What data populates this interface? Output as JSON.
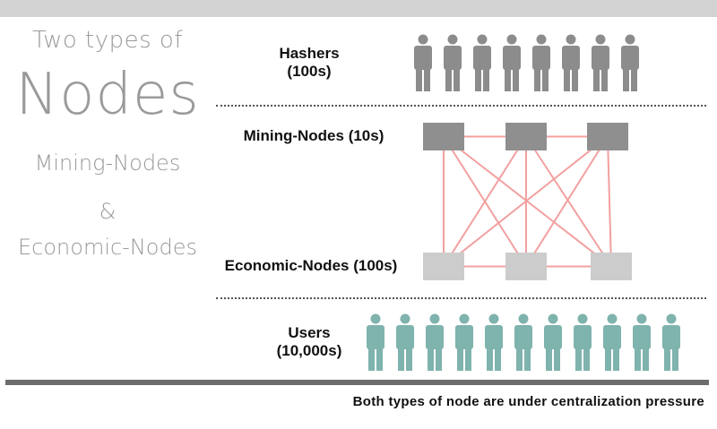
{
  "heading": {
    "line1": "Two types of",
    "line2": "Nodes",
    "line3": "Mining-Nodes",
    "line4": "&",
    "line5": "Economic-Nodes"
  },
  "tiers": {
    "hashers": {
      "label_line1": "Hashers",
      "label_line2": "(100s)",
      "icon_count": 8,
      "color": "#8c8c8c"
    },
    "mining_nodes": {
      "label": "Mining-Nodes (10s)",
      "node_count": 3,
      "color": "#8f8f8f"
    },
    "economic_nodes": {
      "label": "Economic-Nodes (100s)",
      "node_count": 3,
      "color": "#cccccc"
    },
    "users": {
      "label_line1": "Users",
      "label_line2": "(10,000s)",
      "icon_count": 11,
      "color": "#7fb3ad"
    }
  },
  "connection_color": "#f2a0a0",
  "footnote": "Both types of node are under centralization pressure"
}
